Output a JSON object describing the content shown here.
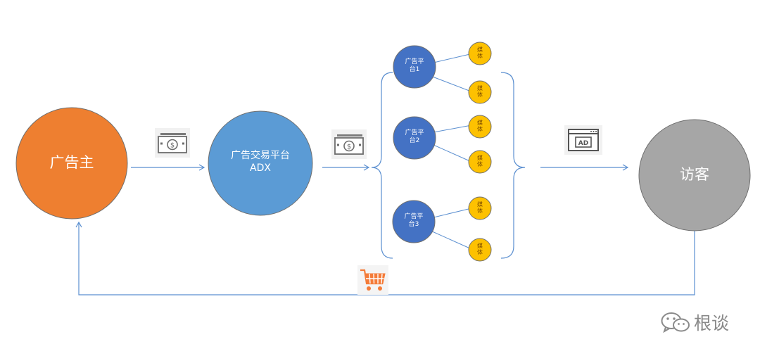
{
  "colors": {
    "advertiser": "#ee7f30",
    "adx": "#5b9bd5",
    "platform": "#4472c4",
    "media": "#fdc101",
    "visitor": "#a6a6a6",
    "flow_line": "#5b8fd0",
    "cart": "#f47b38"
  },
  "nodes": {
    "advertiser": {
      "label": "广告主"
    },
    "adx": {
      "label_line1": "广告交易平台",
      "label_line2": "ADX"
    },
    "visitor": {
      "label": "访客"
    },
    "platform1": {
      "line1": "广告平",
      "line2": "台1"
    },
    "platform2": {
      "line1": "广告平",
      "line2": "台2"
    },
    "platform3": {
      "line1": "广告平",
      "line2": "台3"
    },
    "media": {
      "line1": "媒",
      "line2": "体"
    }
  },
  "icons": {
    "money_1": "money-icon",
    "money_2": "money-icon",
    "ad_window": "ad-window-icon",
    "cart": "shopping-cart-icon",
    "ad_window_text": "AD"
  },
  "watermark": {
    "text": "根谈",
    "icon": "wechat-icon"
  }
}
